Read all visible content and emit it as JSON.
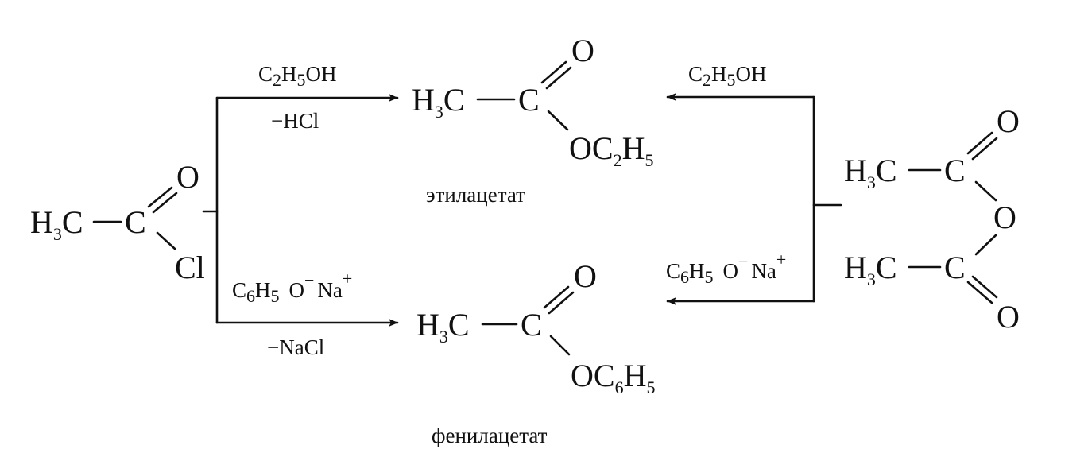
{
  "acetyl_chloride": {
    "h3c": {
      "main": "H",
      "sub": "3",
      "tail": "C"
    },
    "c": "C",
    "o": "O",
    "cl": "Cl"
  },
  "top_left_reagents": {
    "reagent": {
      "p1": "C",
      "s1": "2",
      "p2": "H",
      "s2": "5",
      "p3": "OH"
    },
    "byproduct": "−HCl"
  },
  "bottom_left_reagents": {
    "reagent": {
      "p1": "C",
      "s1": "6",
      "p2": "H",
      "s2": "5",
      "o": "O",
      "o_charge": "−",
      "na": "Na",
      "na_charge": "+"
    },
    "byproduct": "−NaCl"
  },
  "ethyl_acetate": {
    "h3c": {
      "main": "H",
      "sub": "3",
      "tail": "C"
    },
    "c": "C",
    "o": "O",
    "ester": {
      "p1": "OC",
      "s1": "2",
      "p2": "H",
      "s2": "5"
    },
    "name": "этилацетат"
  },
  "phenyl_acetate": {
    "h3c": {
      "main": "H",
      "sub": "3",
      "tail": "C"
    },
    "c": "C",
    "o": "O",
    "ester": {
      "p1": "OC",
      "s1": "6",
      "p2": "H",
      "s2": "5"
    },
    "name": "фенилацетат"
  },
  "top_right_reagents": {
    "reagent": {
      "p1": "C",
      "s1": "2",
      "p2": "H",
      "s2": "5",
      "p3": "OH"
    }
  },
  "bottom_right_reagents": {
    "reagent": {
      "p1": "C",
      "s1": "6",
      "p2": "H",
      "s2": "5",
      "o": "O",
      "o_charge": "−",
      "na": "Na",
      "na_charge": "+"
    }
  },
  "acetic_anhydride": {
    "top_h3c": {
      "main": "H",
      "sub": "3",
      "tail": "C"
    },
    "top_c": "C",
    "top_o": "O",
    "bridge_o": "O",
    "bottom_h3c": {
      "main": "H",
      "sub": "3",
      "tail": "C"
    },
    "bottom_c": "C",
    "bottom_o": "O"
  }
}
